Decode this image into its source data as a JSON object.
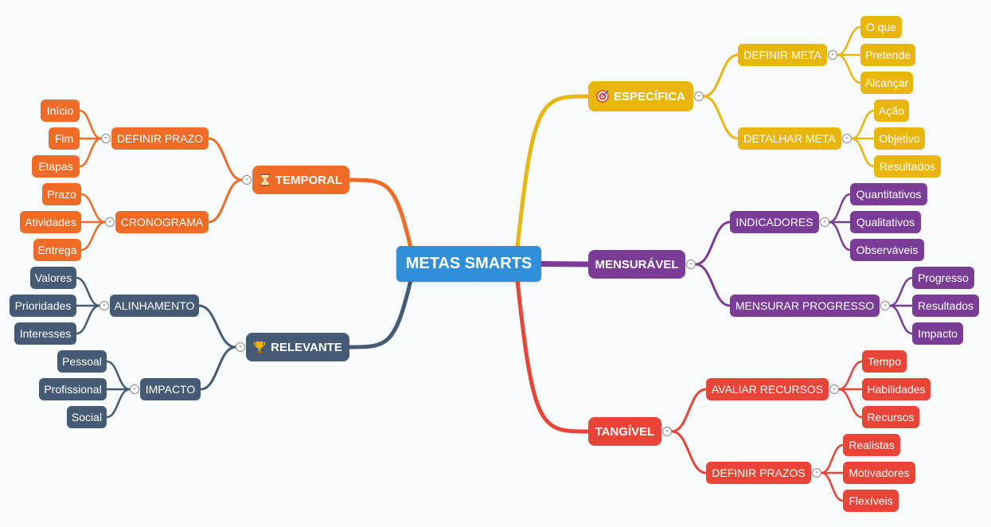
{
  "central": "METAS SMARTS",
  "colors": {
    "central": "#2f8fd8",
    "especifica": "#e8b60c",
    "mensuravel": "#7b3c98",
    "tangivel": "#e94436",
    "temporal": "#f06b25",
    "relevante": "#455a74"
  },
  "toggle_symbol": "-",
  "branches": {
    "especifica": {
      "label": "ESPECÍFICA",
      "icon": "target-icon",
      "groups": [
        {
          "label": "DEFINIR META",
          "items": [
            "O que",
            "Pretende",
            "Alcançar"
          ]
        },
        {
          "label": "DETALHAR META",
          "items": [
            "Ação",
            "Objetivo",
            "Resultados"
          ]
        }
      ]
    },
    "mensuravel": {
      "label": "MENSURÁVEL",
      "groups": [
        {
          "label": "INDICADORES",
          "items": [
            "Quantitativos",
            "Qualitativos",
            "Observáveis"
          ]
        },
        {
          "label": "MENSURAR PROGRESSO",
          "items": [
            "Progresso",
            "Resultados",
            "Impacto"
          ]
        }
      ]
    },
    "tangivel": {
      "label": "TANGÍVEL",
      "groups": [
        {
          "label": "AVALIAR RECURSOS",
          "items": [
            "Tempo",
            "Habilidades",
            "Recursos"
          ]
        },
        {
          "label": "DEFINIR PRAZOS",
          "items": [
            "Realistas",
            "Motivadores",
            "Flexíveis"
          ]
        }
      ]
    },
    "temporal": {
      "label": "TEMPORAL",
      "icon": "hourglass-icon",
      "groups": [
        {
          "label": "DEFINIR PRAZO",
          "items": [
            "Início",
            "Fim",
            "Etapas"
          ]
        },
        {
          "label": "CRONOGRAMA",
          "items": [
            "Prazo",
            "Atividades",
            "Entrega"
          ]
        }
      ]
    },
    "relevante": {
      "label": "RELEVANTE",
      "icon": "trophy-icon",
      "groups": [
        {
          "label": "ALINHAMENTO",
          "items": [
            "Valores",
            "Prioridades",
            "Interesses"
          ]
        },
        {
          "label": "IMPACTO",
          "items": [
            "Pessoal",
            "Profissional",
            "Social"
          ]
        }
      ]
    }
  }
}
